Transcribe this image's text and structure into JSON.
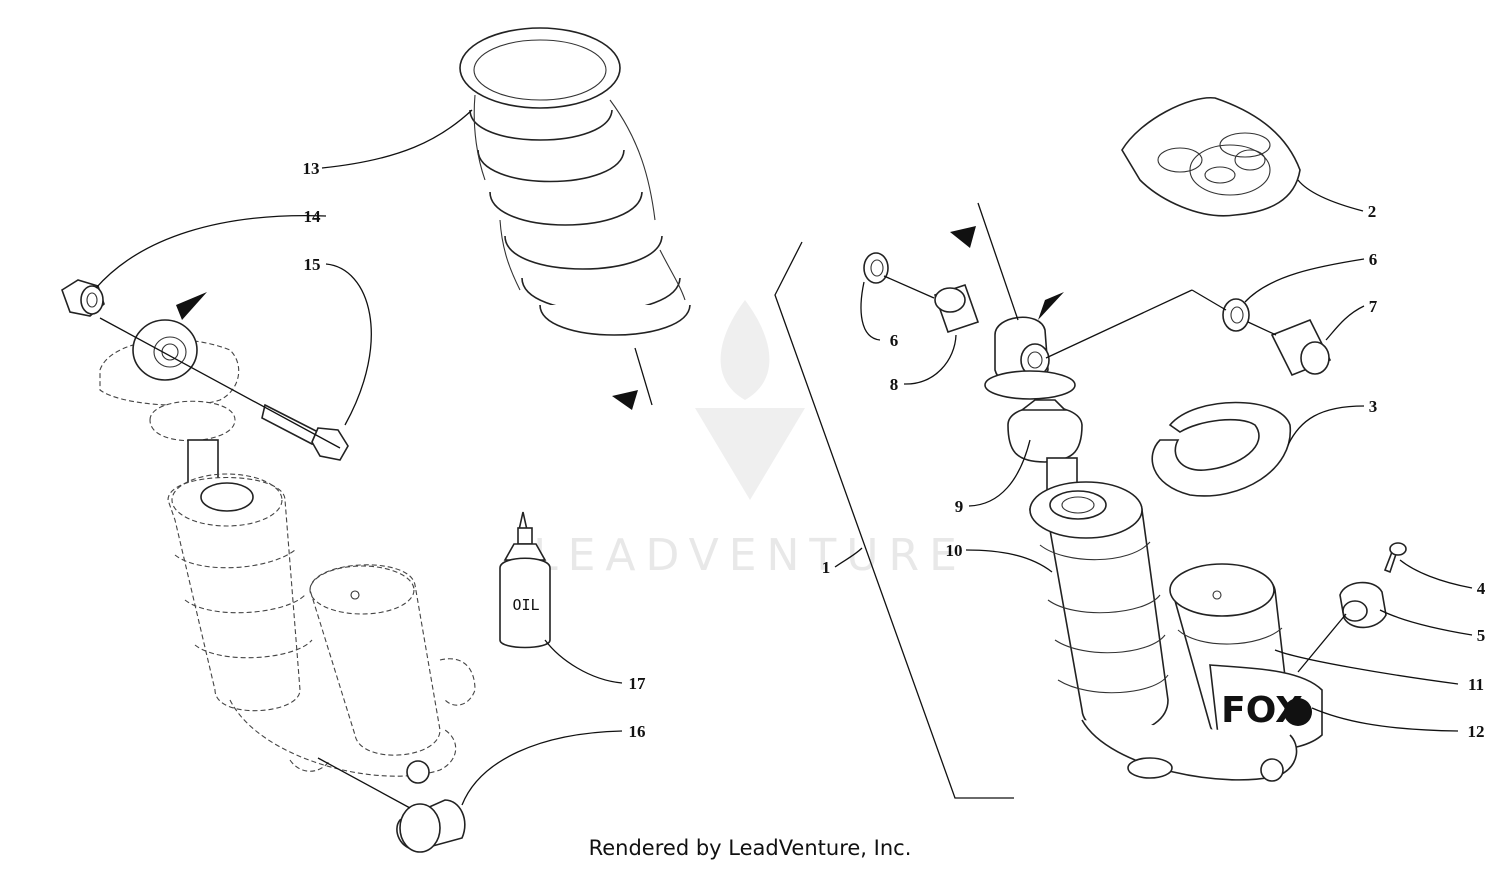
{
  "diagram": {
    "callouts": [
      {
        "label": "13"
      },
      {
        "label": "14"
      },
      {
        "label": "15"
      },
      {
        "label": "17"
      },
      {
        "label": "16"
      },
      {
        "label": "2"
      },
      {
        "label": "6"
      },
      {
        "label": "6"
      },
      {
        "label": "7"
      },
      {
        "label": "8"
      },
      {
        "label": "3"
      },
      {
        "label": "9"
      },
      {
        "label": "1"
      },
      {
        "label": "10"
      },
      {
        "label": "4"
      },
      {
        "label": "5"
      },
      {
        "label": "11"
      },
      {
        "label": "12"
      }
    ],
    "oil_label": "OIL",
    "decal_label": "FOX",
    "watermark": "LEADVENTURE"
  },
  "footer": {
    "text": "Rendered by LeadVenture, Inc."
  }
}
